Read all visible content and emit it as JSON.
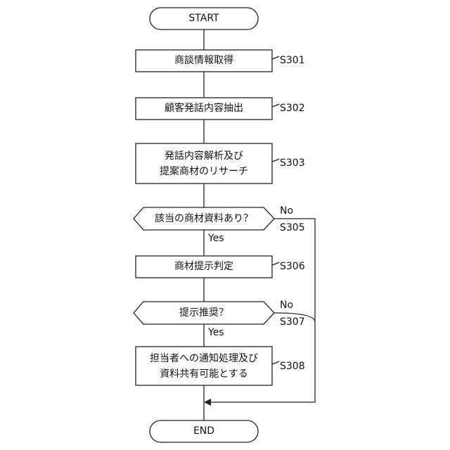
{
  "terminals": {
    "start": "START",
    "end": "END"
  },
  "steps": [
    {
      "id": "S301",
      "lines": [
        "商談情報取得"
      ]
    },
    {
      "id": "S302",
      "lines": [
        "顧客発話内容抽出"
      ]
    },
    {
      "id": "S303",
      "lines": [
        "発話内容解析及び",
        "提案商材のリサーチ"
      ]
    },
    {
      "id": "S306",
      "lines": [
        "商材提示判定"
      ]
    },
    {
      "id": "S308",
      "lines": [
        "担当者への通知処理及び",
        "資料共有可能とする"
      ]
    }
  ],
  "decisions": [
    {
      "id": "S305",
      "label": "該当の商材資料あり？",
      "yes": "Yes",
      "no": "No"
    },
    {
      "id": "S307",
      "label": "提示推奨？",
      "yes": "Yes",
      "no": "No"
    }
  ]
}
